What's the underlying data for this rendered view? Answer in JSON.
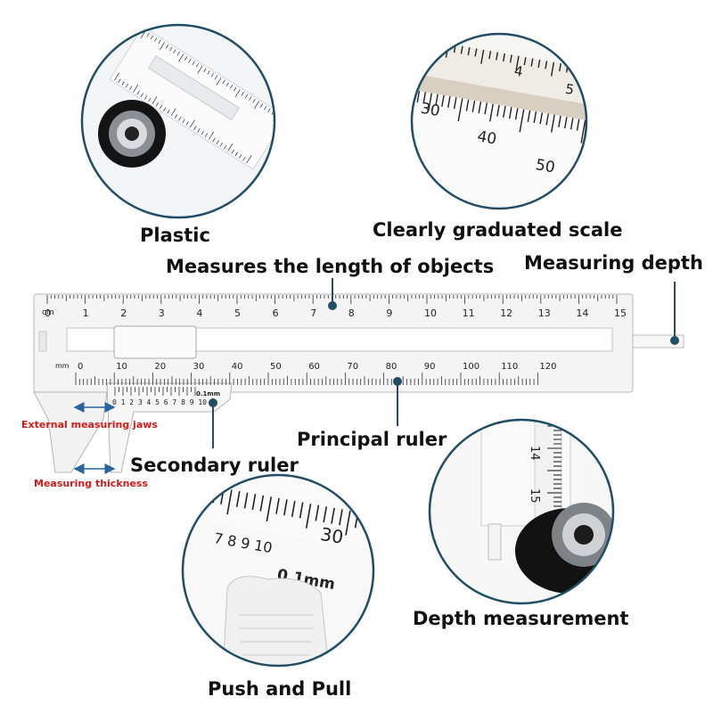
{
  "labels": {
    "plastic": "Plastic",
    "graduated_scale": "Clearly graduated scale",
    "length_of_objects": "Measures the length of objects",
    "measuring_depth": "Measuring depth",
    "external_jaws": "External measuring jaws",
    "measuring_thickness": "Measuring thickness",
    "principal_ruler": "Principal ruler",
    "secondary_ruler": "Secondary ruler",
    "depth_measurement": "Depth measurement",
    "push_and_pull": "Push and Pull"
  },
  "ruler": {
    "cm_unit": "cm",
    "mm_unit": "mm",
    "cm_ticks": [
      "0",
      "1",
      "2",
      "3",
      "4",
      "5",
      "6",
      "7",
      "8",
      "9",
      "10",
      "11",
      "12",
      "13",
      "14",
      "15"
    ],
    "mm_ticks": [
      "0",
      "10",
      "20",
      "30",
      "40",
      "50",
      "60",
      "70",
      "80",
      "90",
      "100",
      "110",
      "120"
    ],
    "vernier_digits": "0 1 2 3 4 5 6 7 8 9 10",
    "vernier_resolution": "0.1mm"
  },
  "zoom_details": {
    "scale_numbers_top": [
      "4",
      "5"
    ],
    "scale_numbers_bottom": [
      "30",
      "40",
      "50"
    ],
    "depth_numbers": [
      "14",
      "15"
    ],
    "vernier_numbers": "7 8 9 10",
    "vernier_mark": "30",
    "vernier_res": "0.1mm"
  },
  "colors": {
    "circle_border": "#1f4e66",
    "leader_line": "#2a4a60",
    "caliper_white": "#f4f4f4",
    "tick": "#333333",
    "accent_red": "#d41a1a"
  }
}
